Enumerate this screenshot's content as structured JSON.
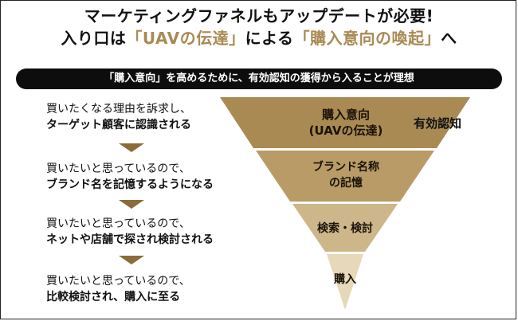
{
  "title": {
    "line1": "マーケティングファネルもアップデートが必要!",
    "line2_prefix": "入り口は",
    "line2_gold1": "「UAVの伝達」",
    "line2_mid": "による",
    "line2_gold2": "「購入意向の喚起」",
    "line2_suffix": "へ"
  },
  "banner": "「購入意向」を高めるために、有効認知の獲得から入ることが理想",
  "steps": [
    {
      "line1": "買いたくなる理由を訴求し、",
      "line2": "ターゲット顧客に認識される"
    },
    {
      "line1": "買いたいと思っているので、",
      "line2": "ブランド名を記憶するようになる"
    },
    {
      "line1": "買いたいと思っているので、",
      "line2": "ネットや店舗で探され検討される"
    },
    {
      "line1": "買いたいと思っているので、",
      "line2": "比較検討され、購入に至る"
    }
  ],
  "funnel": [
    {
      "line1": "購入意向",
      "line2": "(UAVの伝達)",
      "color": "#a98a52"
    },
    {
      "line1": "ブランド名称",
      "line2": "の記憶",
      "color": "#b89b66"
    },
    {
      "line1": "検索・検討",
      "line2": "",
      "color": "#cdb68a"
    },
    {
      "line1": "購入",
      "line2": "",
      "color": "#e6d8b9"
    }
  ],
  "side_label": "有効認知"
}
